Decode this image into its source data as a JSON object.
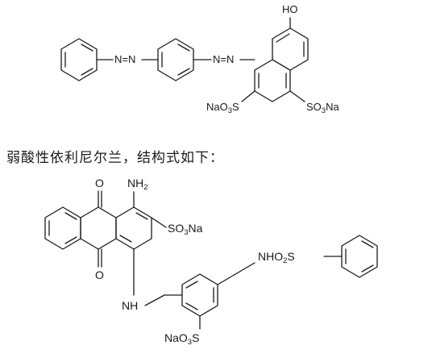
{
  "structure1": {
    "hydroxyl": "HO",
    "azo1": "N=N",
    "azo2": "N=N",
    "sulfonate_left": {
      "main": "NaO",
      "sub1": "3",
      "mid": "S"
    },
    "sulfonate_right": {
      "main": "SO",
      "sub1": "3",
      "tail": "Na"
    }
  },
  "caption": "弱酸性依利尼尔兰，结构式如下：",
  "structure2": {
    "amino": {
      "main": "NH",
      "sub": "2"
    },
    "carbonyl_top": "O",
    "carbonyl_bottom": "O",
    "sulfonate_top": {
      "main": "SO",
      "sub": "3",
      "tail": "Na"
    },
    "nh_link": "NH",
    "sulfonamide": {
      "main": "NHO",
      "sub": "2",
      "tail": "S"
    },
    "sulfonate_bottom": {
      "main": "NaO",
      "sub": "3",
      "tail": "S"
    }
  }
}
